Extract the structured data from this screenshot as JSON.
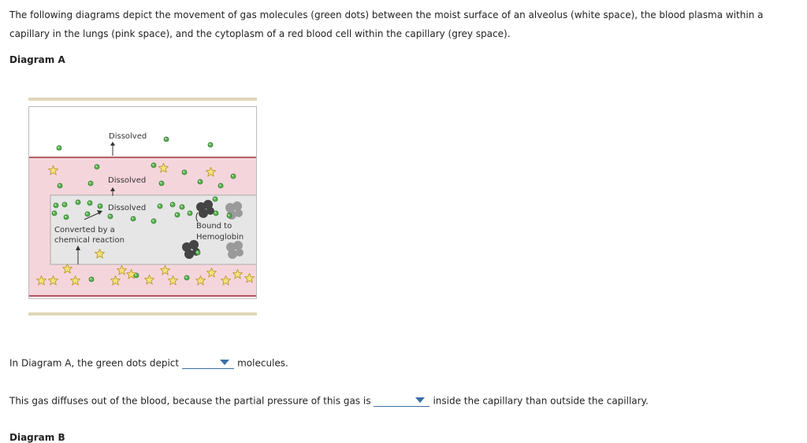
{
  "intro": "The following diagrams depict the movement of gas molecules (green dots) between the moist surface of an alveolus (white space), the blood plasma within a capillary in the lungs (pink space), and the cytoplasm of a red blood cell within the capillary (grey space).",
  "diagram_a": {
    "heading": "Diagram A",
    "labels": {
      "dissolved_top": "Dissolved",
      "dissolved_middle": "Dissolved",
      "dissolved_cell": "Dissolved",
      "converted_line1": "Converted by a",
      "converted_line2": "chemical reaction",
      "bound_line1": "Bound to",
      "bound_line2": "Hemoglobin"
    }
  },
  "question1": {
    "before": "In Diagram A, the green dots depict",
    "after": "molecules.",
    "selected": ""
  },
  "question2": {
    "before": "This gas diffuses out of the blood, because the partial pressure of this gas is",
    "after": "inside the capillary than outside the capillary.",
    "selected": ""
  },
  "diagram_b": {
    "heading": "Diagram B"
  },
  "colors": {
    "plasma": "#f5d5dc",
    "vessel_line": "#a0303c",
    "cell": "#e6e6e6",
    "dot": "#5ab552",
    "star": "#f6e27a",
    "hemoglobin_dark": "#444444",
    "hemoglobin_light": "#9a9a9a",
    "dropdown_accent": "#3a6ea5"
  }
}
